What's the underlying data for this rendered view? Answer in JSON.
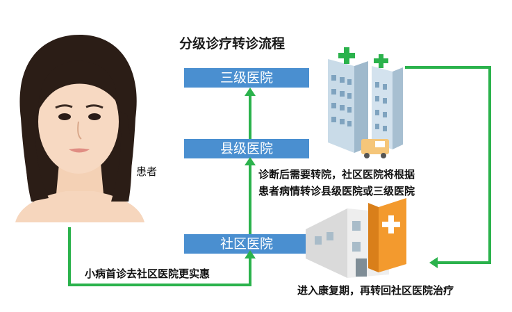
{
  "title": "分级诊疗转诊流程",
  "levels": {
    "tertiary": "三级医院",
    "county": "县级医院",
    "community": "社区医院"
  },
  "patient_label": "患者",
  "referral_note": [
    "诊断后需要转院，社区医院将根据",
    "患者病情转诊县级医院或三级医院"
  ],
  "first_visit_note": "小病首诊去社区医院更实惠",
  "rehab_note": "进入康复期，再转回社区医院治疗",
  "colors": {
    "arrow": "#2bb24c",
    "level_box": "#4a8fd0"
  }
}
